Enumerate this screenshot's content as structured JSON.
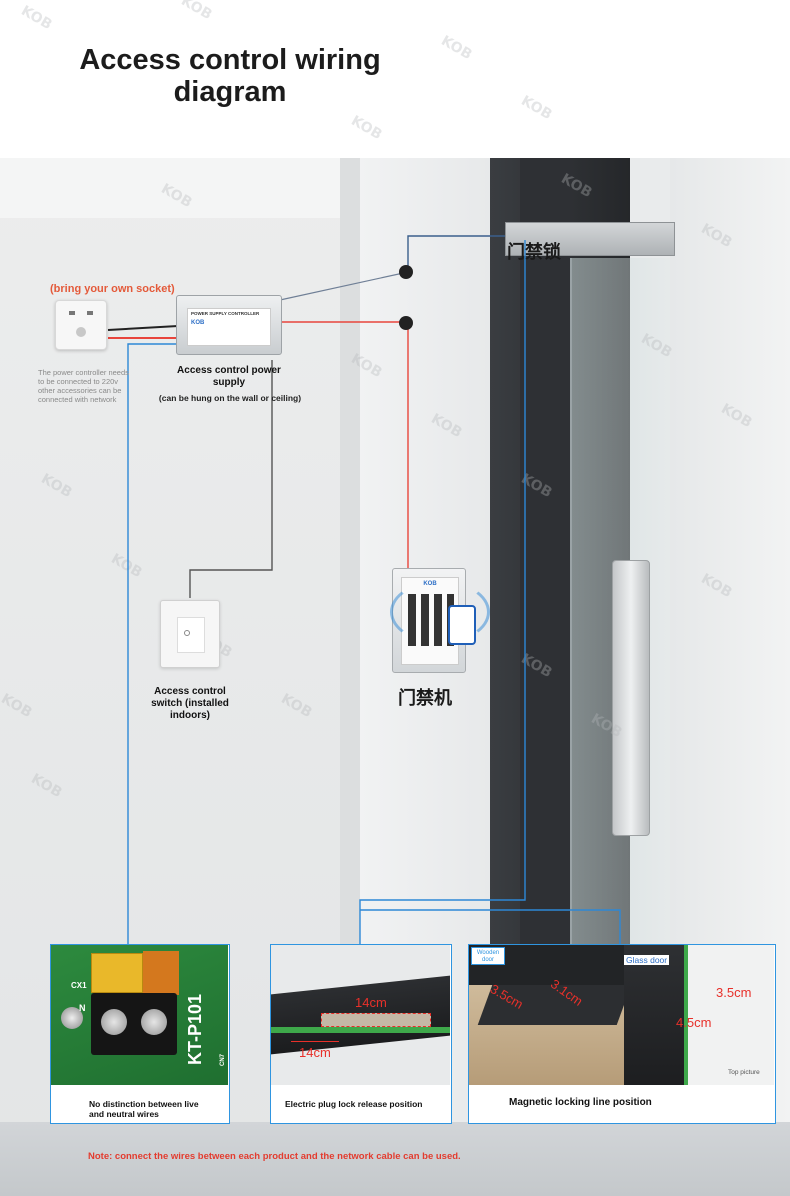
{
  "title": "Access control wiring diagram",
  "labels": {
    "socket": "(bring your own socket)",
    "power_note": "The power controller needs to be connected to 220v other accessories can be connected with network",
    "power_supply": "Access control power supply",
    "power_supply_sub": "(can be hung on the wall or ceiling)",
    "switch": "Access control switch (installed indoors)",
    "lock_cn": "门禁锁",
    "machine_cn": "门禁机"
  },
  "device": {
    "psu_text": "POWER SUPPLY CONTROLLER",
    "psu_brand": "KOB",
    "keypad_brand": "KOB"
  },
  "watermark": "KOB",
  "panels": [
    {
      "caption": "No distinction between live and neutral wires",
      "board_text": "KT-P101",
      "board_cx": "CX1",
      "board_n": "N",
      "board_cn": "CN7"
    },
    {
      "caption": "Electric plug lock release position",
      "dim1": "14cm",
      "dim2": "14cm"
    },
    {
      "caption": "Magnetic locking line position",
      "tag_wood": "Wooden door",
      "tag_glass": "Glass door",
      "d1": "3.5cm",
      "d2": "3.1cm",
      "d3": "3.5cm",
      "d4": "4.5cm",
      "top": "Top picture"
    }
  ],
  "note": "Note: connect the wires between each product and the network cable can be used.",
  "colors": {
    "blue_wire": "#2d88d6",
    "red_wire": "#e8453c",
    "dark_wire": "#555555",
    "panel_border": "#2f95e0",
    "accent_red": "#e33c2f"
  }
}
